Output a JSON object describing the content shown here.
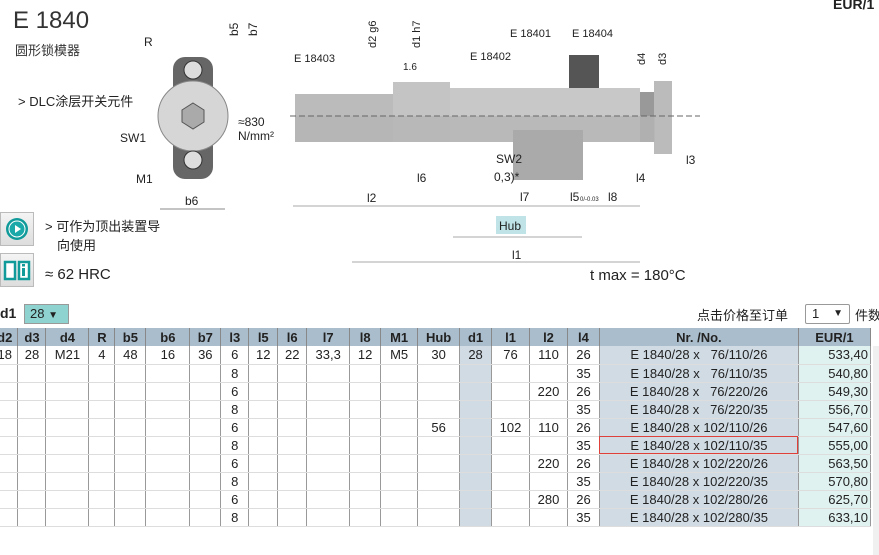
{
  "product": {
    "code": "E 1840",
    "name": "圆形锁模器",
    "feature_link": "> DLC涂层开关元件",
    "usage_line1": "> 可作为顶出装置导",
    "usage_line2": "向使用",
    "hardness": "≈ 62 HRC"
  },
  "header_right": "EUR/1",
  "diagram": {
    "labels": {
      "R": "R",
      "b5": "b5",
      "b7": "b7",
      "SW1": "SW1",
      "M1": "M1",
      "b6": "b6",
      "strength": "≈830",
      "strength_unit": "N/mm²",
      "e18403": "E 18403",
      "e18402": "E 18402",
      "e18401": "E 18401",
      "e18404": "E 18404",
      "d2": "d2 g6",
      "d1": "d1 h7",
      "d4": "d4",
      "d3": "d3",
      "r16": "1.6",
      "sw2": "SW2",
      "sw2b": "0,3)*",
      "l6": "l6",
      "l2": "l2",
      "l7": "l7",
      "l5": "l5",
      "l5tol": "0/-0.03",
      "l8": "l8",
      "l4": "l4",
      "l3": "l3",
      "hub": "Hub",
      "l1": "l1",
      "tmax": "t max = 180°C"
    }
  },
  "filter": {
    "label": "d1",
    "value": "28"
  },
  "order": {
    "label": "点击价格至订单",
    "qty": "1",
    "unit": "件数"
  },
  "table": {
    "headers": [
      "d2",
      "d3",
      "d4",
      "R",
      "b5",
      "b6",
      "b7",
      "l3",
      "l5",
      "l6",
      "l7",
      "l8",
      "M1",
      "Hub",
      "d1",
      "l1",
      "l2",
      "l4",
      "Nr. /No.",
      "EUR/1"
    ],
    "rows": [
      [
        "18",
        "28",
        "M21",
        "4",
        "48",
        "16",
        "36",
        "6",
        "12",
        "22",
        "33,3",
        "12",
        "M5",
        "30",
        "28",
        "76",
        "110",
        "26",
        "E 1840/28 x   76/110/26",
        "533,40"
      ],
      [
        "",
        "",
        "",
        "",
        "",
        "",
        "",
        "8",
        "",
        "",
        "",
        "",
        "",
        "",
        "",
        "",
        "",
        "35",
        "E 1840/28 x   76/110/35",
        "540,80"
      ],
      [
        "",
        "",
        "",
        "",
        "",
        "",
        "",
        "6",
        "",
        "",
        "",
        "",
        "",
        "",
        "",
        "",
        "220",
        "26",
        "E 1840/28 x   76/220/26",
        "549,30"
      ],
      [
        "",
        "",
        "",
        "",
        "",
        "",
        "",
        "8",
        "",
        "",
        "",
        "",
        "",
        "",
        "",
        "",
        "",
        "35",
        "E 1840/28 x   76/220/35",
        "556,70"
      ],
      [
        "",
        "",
        "",
        "",
        "",
        "",
        "",
        "6",
        "",
        "",
        "",
        "",
        "",
        "56",
        "",
        "102",
        "110",
        "26",
        "E 1840/28 x 102/110/26",
        "547,60"
      ],
      [
        "",
        "",
        "",
        "",
        "",
        "",
        "",
        "8",
        "",
        "",
        "",
        "",
        "",
        "",
        "",
        "",
        "",
        "35",
        "E 1840/28 x 102/110/35",
        "555,00"
      ],
      [
        "",
        "",
        "",
        "",
        "",
        "",
        "",
        "6",
        "",
        "",
        "",
        "",
        "",
        "",
        "",
        "",
        "220",
        "26",
        "E 1840/28 x 102/220/26",
        "563,50"
      ],
      [
        "",
        "",
        "",
        "",
        "",
        "",
        "",
        "8",
        "",
        "",
        "",
        "",
        "",
        "",
        "",
        "",
        "",
        "35",
        "E 1840/28 x 102/220/35",
        "570,80"
      ],
      [
        "",
        "",
        "",
        "",
        "",
        "",
        "",
        "6",
        "",
        "",
        "",
        "",
        "",
        "",
        "",
        "",
        "280",
        "26",
        "E 1840/28 x 102/280/26",
        "625,70"
      ],
      [
        "",
        "",
        "",
        "",
        "",
        "",
        "",
        "8",
        "",
        "",
        "",
        "",
        "",
        "",
        "",
        "",
        "",
        "35",
        "E 1840/28 x 102/280/35",
        "633,10"
      ]
    ],
    "highlighted_row": 5
  }
}
